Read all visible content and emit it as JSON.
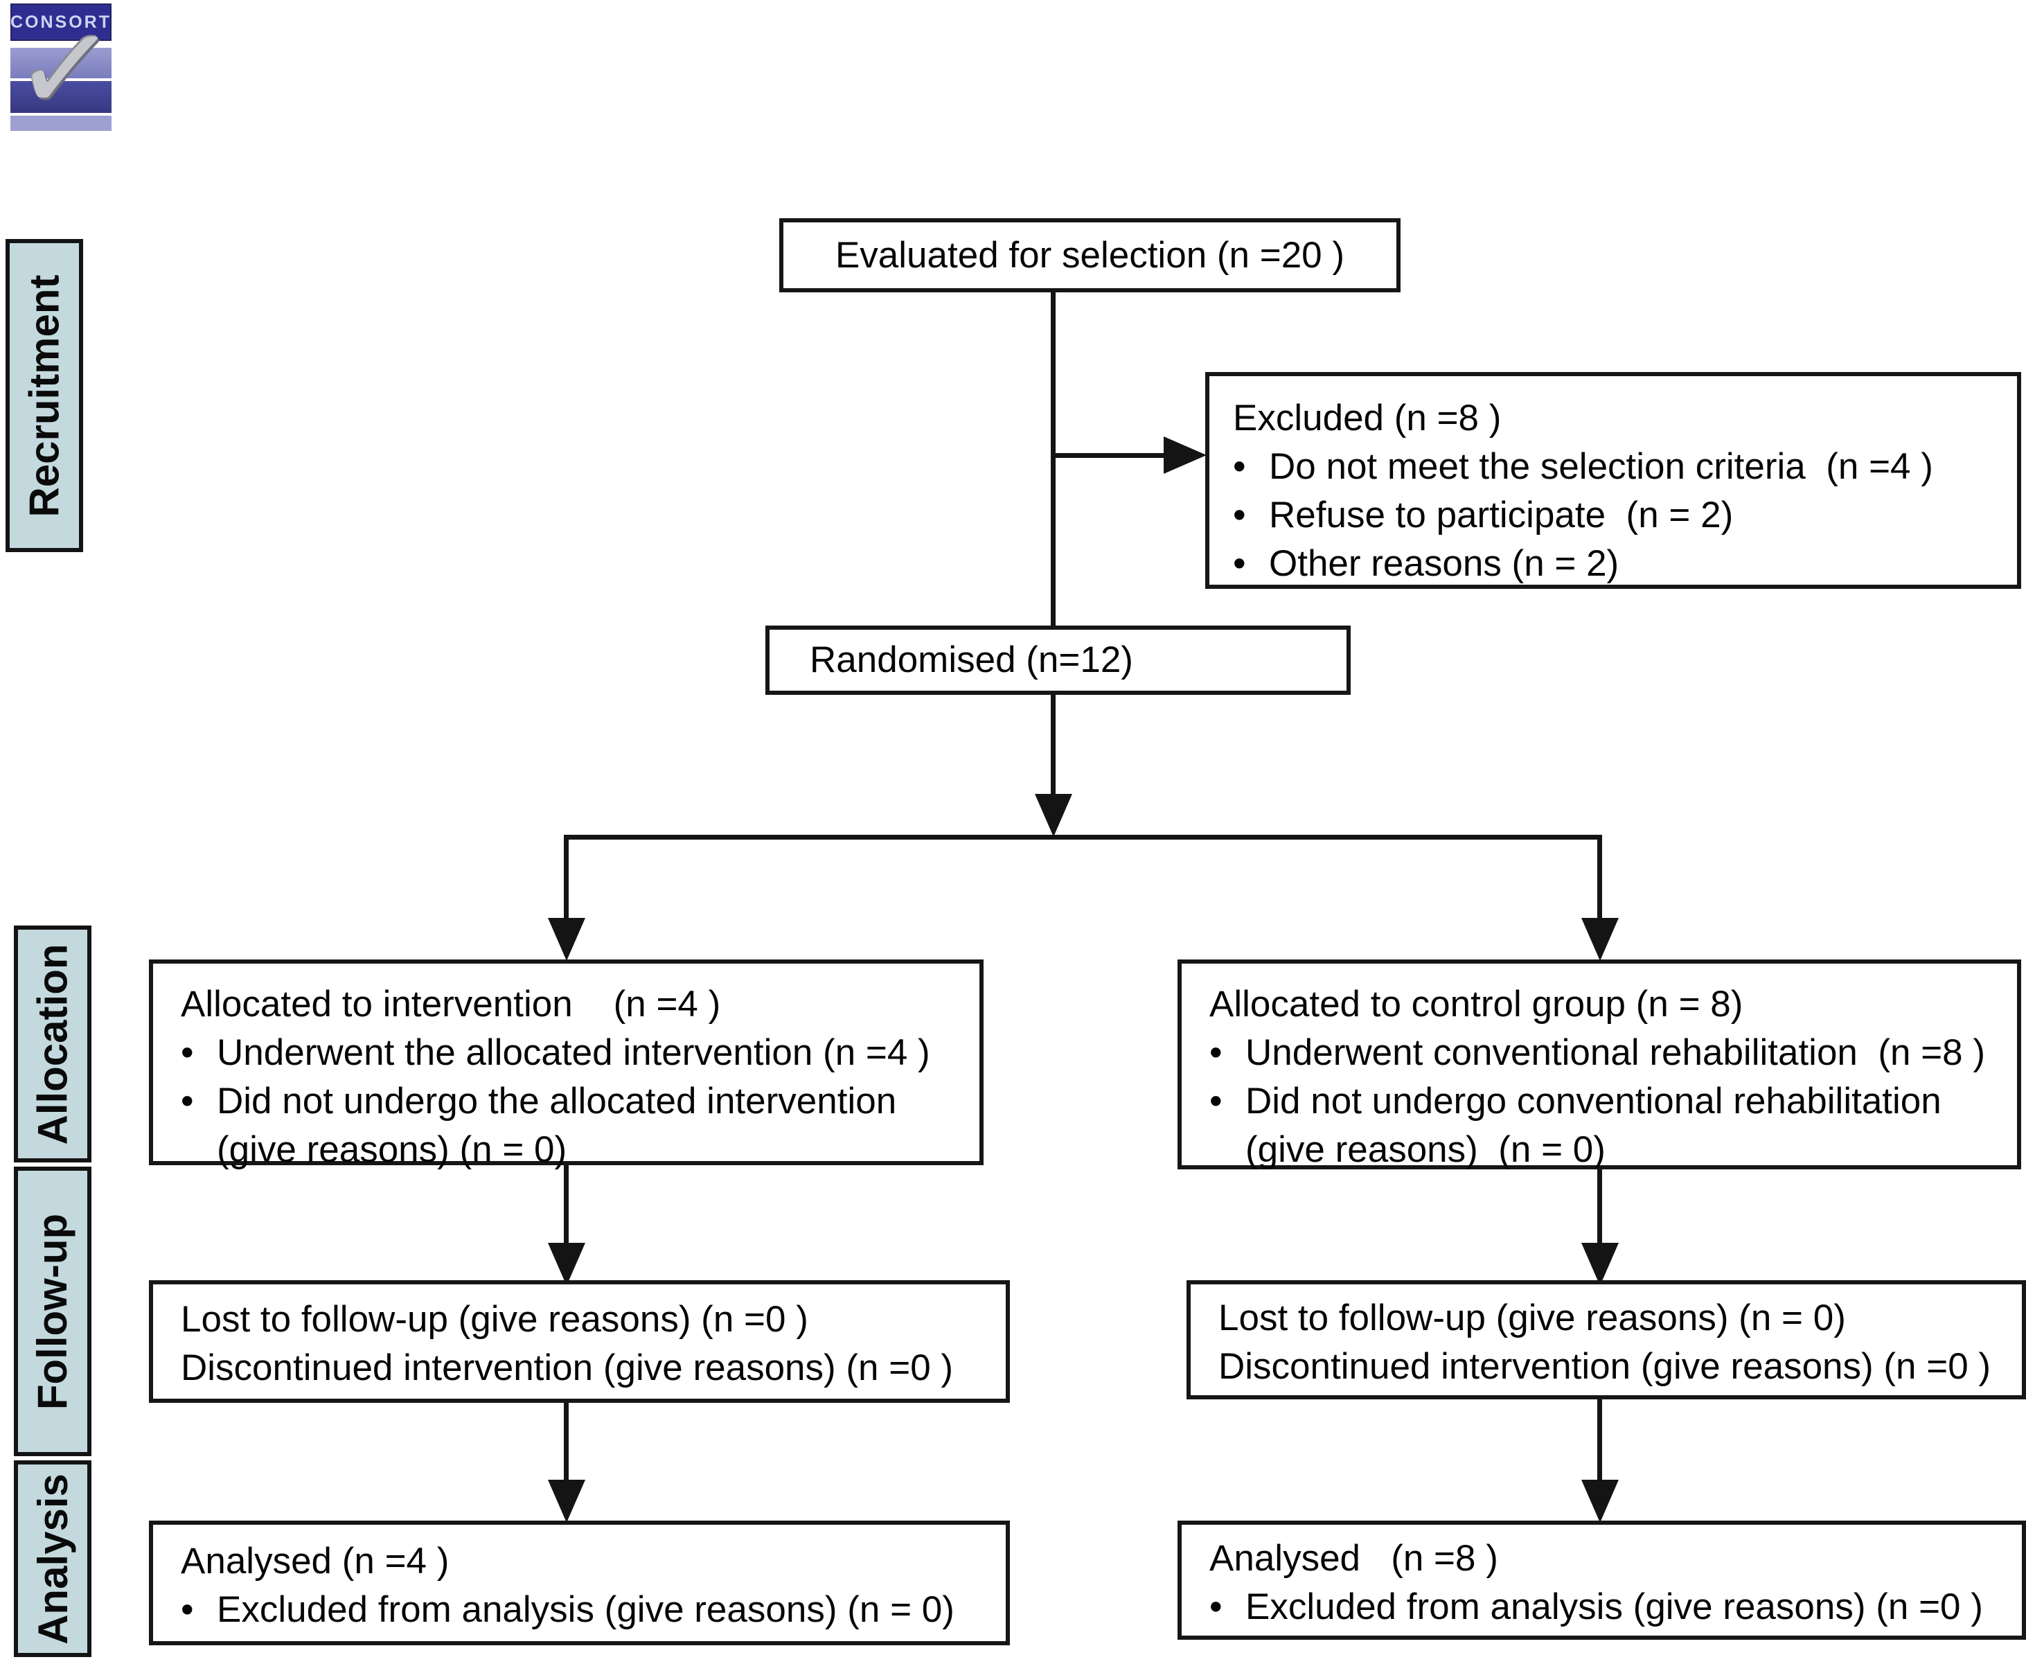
{
  "logo": {
    "text": "CONSORT",
    "check_icon": "✓"
  },
  "colors": {
    "background": "#ffffff",
    "stage_label_fill": "#c3d9dd",
    "box_border": "#161616",
    "line": "#141414",
    "logo_navy": "#2f2e90",
    "logo_stripe_light": "#9a9dd0",
    "logo_stripe_dark": "#4b4da3",
    "logo_check_gray": "#c6c6cd"
  },
  "stage_labels": [
    {
      "label": "Recruitment"
    },
    {
      "label": "Allocation"
    },
    {
      "label": "Follow-up"
    },
    {
      "label": "Analysis"
    }
  ],
  "nodes": {
    "evaluated": {
      "text": "Evaluated for selection (n =20 )"
    },
    "excluded": {
      "title": "Excluded (n =8 )",
      "bullet_char": "•",
      "bullets": [
        "Do not meet the selection criteria  (n =4 )",
        "Refuse to participate  (n = 2)",
        "Other reasons (n = 2)"
      ]
    },
    "randomised": {
      "text": "Randomised (n=12)"
    },
    "alloc_left": {
      "title": "Allocated to intervention    (n =4 )",
      "bullet_char": "•",
      "bullets": [
        "Underwent the allocated intervention (n =4 )",
        "Did not undergo the allocated intervention\n(give reasons) (n = 0)"
      ]
    },
    "alloc_right": {
      "title": "Allocated to control group (n = 8)",
      "bullet_char": "•",
      "bullets": [
        "Underwent conventional rehabilitation  (n =8 )",
        "Did not undergo conventional rehabilitation\n(give reasons)  (n = 0)"
      ]
    },
    "follow_left": {
      "lines": [
        "Lost to follow-up (give reasons) (n =0 )",
        "Discontinued intervention (give reasons) (n =0 )"
      ]
    },
    "follow_right": {
      "lines": [
        "Lost to follow-up (give reasons) (n = 0)",
        "Discontinued intervention (give reasons) (n =0 )"
      ]
    },
    "analysis_left": {
      "title": "Analysed (n =4 )",
      "bullet_char": "•",
      "bullets": [
        "Excluded from analysis (give reasons) (n = 0)"
      ]
    },
    "analysis_right": {
      "title": "Analysed   (n =8 )",
      "bullet_char": "•",
      "bullets": [
        "Excluded from analysis (give reasons) (n =0 )"
      ]
    }
  }
}
